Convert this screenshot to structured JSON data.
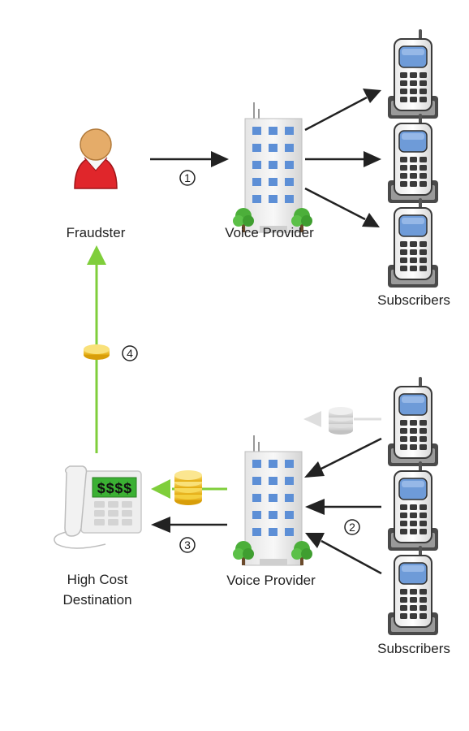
{
  "labels": {
    "fraudster": "Fraudster",
    "voice_provider_top": "Voice Provider",
    "subscribers_top": "Subscribers",
    "high_cost_line1": "High Cost",
    "high_cost_line2": "Destination",
    "voice_provider_bottom": "Voice Provider",
    "subscribers_bottom": "Subscribers"
  },
  "steps": [
    "1",
    "2",
    "3",
    "4"
  ],
  "display_text": "$$$$",
  "colors": {
    "arrow_dark": "#222222",
    "arrow_green": "#7fce3b",
    "arrow_faded": "#d7d7d7",
    "fraudster_body": "#e0262b",
    "fraudster_head": "#e5ac69",
    "building_window": "#5d8fd6",
    "tree": "#4caf3a",
    "coin": "#f2c21a",
    "phone_screen": "#6e9bd8",
    "display_green": "#3bb033"
  }
}
